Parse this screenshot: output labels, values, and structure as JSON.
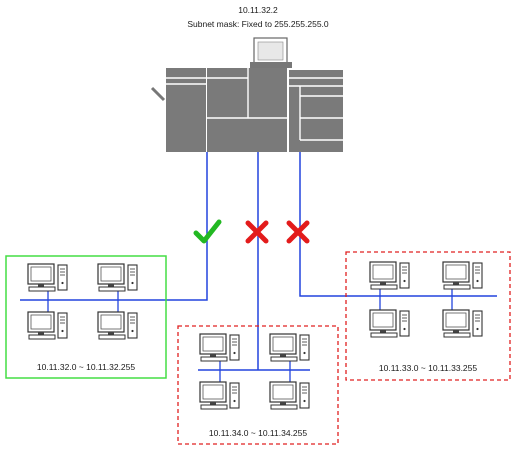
{
  "printer": {
    "ip_label": "10.11.32.2",
    "subnet_label": "Subnet mask: Fixed to 255.255.255.0"
  },
  "networks": [
    {
      "id": "net-32",
      "range_label": "10.11.32.0 ~ 10.11.32.255",
      "status": "allowed",
      "border_color": "#44dd44"
    },
    {
      "id": "net-34",
      "range_label": "10.11.34.0 ~ 10.11.34.255",
      "status": "blocked",
      "border_color": "#e02020"
    },
    {
      "id": "net-33",
      "range_label": "10.11.33.0 ~ 10.11.33.255",
      "status": "blocked",
      "border_color": "#e02020"
    }
  ],
  "colors": {
    "link": "#2244dd",
    "printer": "#777777",
    "check": "#22b822",
    "cross": "#e31b1b"
  },
  "icons": [
    "printer-icon",
    "computer-icon",
    "check-icon",
    "cross-icon"
  ]
}
